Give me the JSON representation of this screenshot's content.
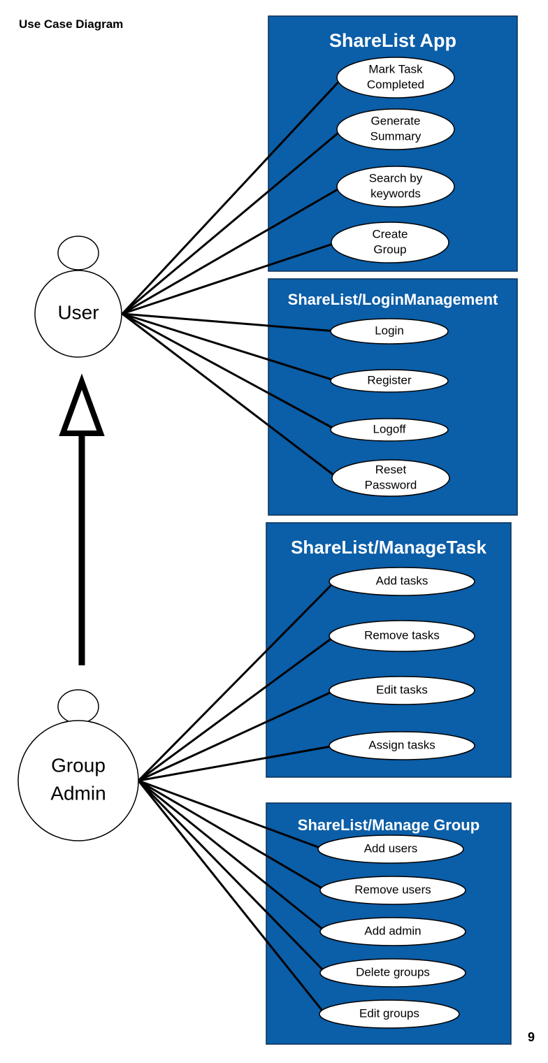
{
  "page": {
    "title": "Use Case Diagram",
    "page_number": "9"
  },
  "colors": {
    "box_fill": "#0b5ea8",
    "box_stroke": "#0a2f55",
    "box_title": "#ffffff",
    "ellipse_fill": "#ffffff",
    "line": "#000000"
  },
  "actors": [
    {
      "id": "user",
      "label_lines": [
        "User"
      ]
    },
    {
      "id": "group-admin",
      "label_lines": [
        "Group",
        "Admin"
      ]
    }
  ],
  "generalization": {
    "from": "group-admin",
    "to": "user"
  },
  "systems": [
    {
      "id": "sharelist-app",
      "title": "ShareList App",
      "use_cases": [
        {
          "id": "mark-task-completed",
          "label_lines": [
            "Mark Task",
            "Completed"
          ],
          "actor": "user"
        },
        {
          "id": "generate-summary",
          "label_lines": [
            "Generate",
            "Summary"
          ],
          "actor": "user"
        },
        {
          "id": "search-by-keywords",
          "label_lines": [
            "Search by",
            "keywords"
          ],
          "actor": "user"
        },
        {
          "id": "create-group",
          "label_lines": [
            "Create",
            "Group"
          ],
          "actor": "user"
        }
      ]
    },
    {
      "id": "login-management",
      "title": "ShareList/LoginManagement",
      "use_cases": [
        {
          "id": "login",
          "label_lines": [
            "Login"
          ],
          "actor": "user"
        },
        {
          "id": "register",
          "label_lines": [
            "Register"
          ],
          "actor": "user"
        },
        {
          "id": "logoff",
          "label_lines": [
            "Logoff"
          ],
          "actor": "user"
        },
        {
          "id": "reset-password",
          "label_lines": [
            "Reset",
            "Password"
          ],
          "actor": "user"
        }
      ]
    },
    {
      "id": "manage-task",
      "title": "ShareList/ManageTask",
      "use_cases": [
        {
          "id": "add-tasks",
          "label_lines": [
            "Add tasks"
          ],
          "actor": "group-admin"
        },
        {
          "id": "remove-tasks",
          "label_lines": [
            "Remove tasks"
          ],
          "actor": "group-admin"
        },
        {
          "id": "edit-tasks",
          "label_lines": [
            "Edit tasks"
          ],
          "actor": "group-admin"
        },
        {
          "id": "assign-tasks",
          "label_lines": [
            "Assign tasks"
          ],
          "actor": "group-admin"
        }
      ]
    },
    {
      "id": "manage-group",
      "title": "ShareList/Manage Group",
      "use_cases": [
        {
          "id": "add-users",
          "label_lines": [
            "Add users"
          ],
          "actor": "group-admin"
        },
        {
          "id": "remove-users",
          "label_lines": [
            "Remove users"
          ],
          "actor": "group-admin"
        },
        {
          "id": "add-admin",
          "label_lines": [
            "Add admin"
          ],
          "actor": "group-admin"
        },
        {
          "id": "delete-groups",
          "label_lines": [
            "Delete groups"
          ],
          "actor": "group-admin"
        },
        {
          "id": "edit-groups",
          "label_lines": [
            "Edit groups"
          ],
          "actor": "group-admin"
        }
      ]
    }
  ]
}
